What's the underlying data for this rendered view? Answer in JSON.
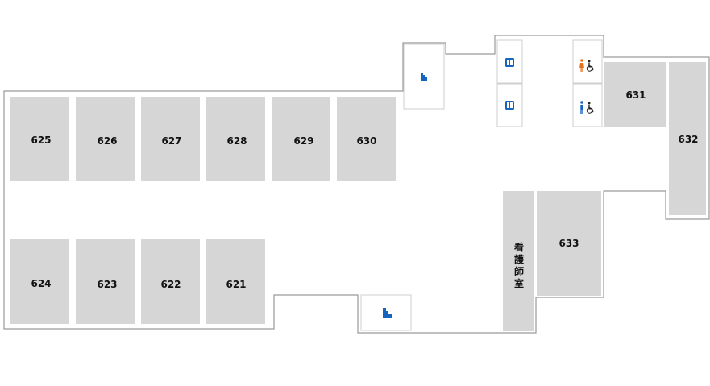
{
  "rooms": {
    "r621": "621",
    "r622": "622",
    "r623": "623",
    "r624": "624",
    "r625": "625",
    "r626": "626",
    "r627": "627",
    "r628": "628",
    "r629": "629",
    "r630": "630",
    "r631": "631",
    "r632": "632",
    "r633": "633"
  },
  "nurse_station": {
    "chars": [
      "看",
      "護",
      "師",
      "室"
    ]
  },
  "icons": {
    "stairs": "stairs-icon",
    "elevator": "elevator-icon",
    "restroom_female": "female-accessible-restroom-icon",
    "restroom_male": "male-accessible-restroom-icon"
  },
  "colors": {
    "room_fill": "#d6d6d6",
    "outline": "#9a9a9a",
    "icon_blue": "#1565c0",
    "icon_orange": "#e8701a",
    "wheelchair": "#222222"
  }
}
